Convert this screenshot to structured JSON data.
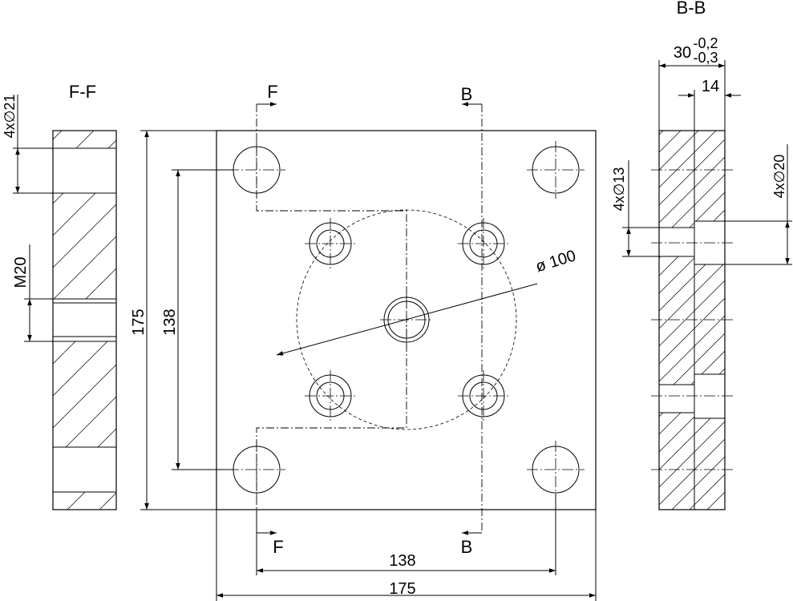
{
  "views": {
    "section_ff": {
      "title": "F-F"
    },
    "section_bb": {
      "title": "B-B"
    }
  },
  "section_marks": {
    "f_top": "F",
    "f_bottom": "F",
    "b_top": "B",
    "b_bottom": "B"
  },
  "dimensions": {
    "width_overall": "175",
    "width_holes": "138",
    "height_overall": "175",
    "height_holes": "138",
    "bolt_circle": "ø 100",
    "ff_holes": "4x∅21",
    "ff_thread": "M20",
    "bb_thickness": "30",
    "bb_thickness_upper_tol": "-0,2",
    "bb_thickness_lower_tol": "-0,3",
    "bb_counterbore_depth": "14",
    "bb_small_holes": "4x∅13",
    "bb_counterbore": "4x∅20"
  }
}
